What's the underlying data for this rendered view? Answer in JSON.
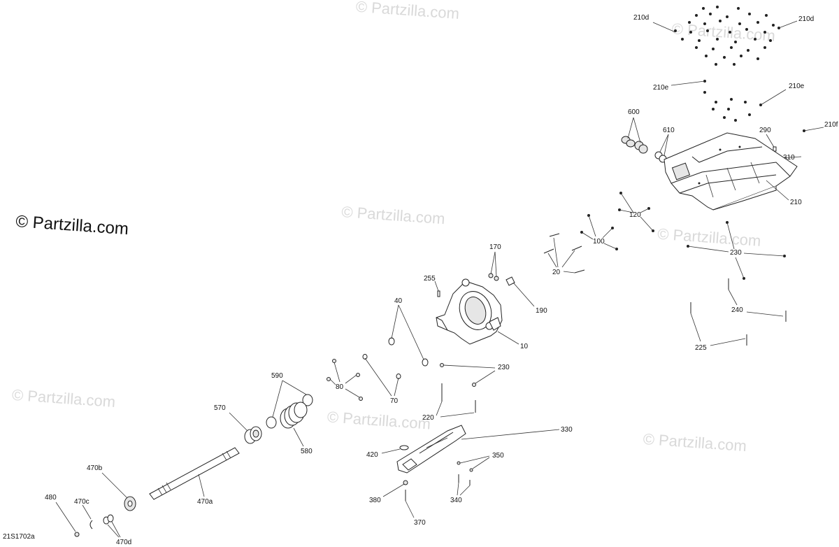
{
  "watermark_main": "© Partzilla.com",
  "watermark_faint": "© Partzilla.com",
  "diagram_code": "21S1702a",
  "callouts": {
    "c210d_left": "210d",
    "c210d_right": "210d",
    "c210e_left": "210e",
    "c210e_right": "210e",
    "c210f": "210f",
    "c600": "600",
    "c610": "610",
    "c290": "290",
    "c310": "310",
    "c210": "210",
    "c120": "120",
    "c100": "100",
    "c230_top": "230",
    "c170": "170",
    "c20": "20",
    "c255": "255",
    "c190": "190",
    "c40": "40",
    "c10": "10",
    "c240": "240",
    "c225": "225",
    "c230_mid": "230",
    "c80": "80",
    "c70": "70",
    "c590": "590",
    "c570": "570",
    "c580": "580",
    "c220": "220",
    "c330": "330",
    "c420": "420",
    "c350": "350",
    "c470b": "470b",
    "c470a": "470a",
    "c470c": "470c",
    "c480": "480",
    "c380": "380",
    "c340": "340",
    "c370": "370",
    "c470d": "470d"
  }
}
